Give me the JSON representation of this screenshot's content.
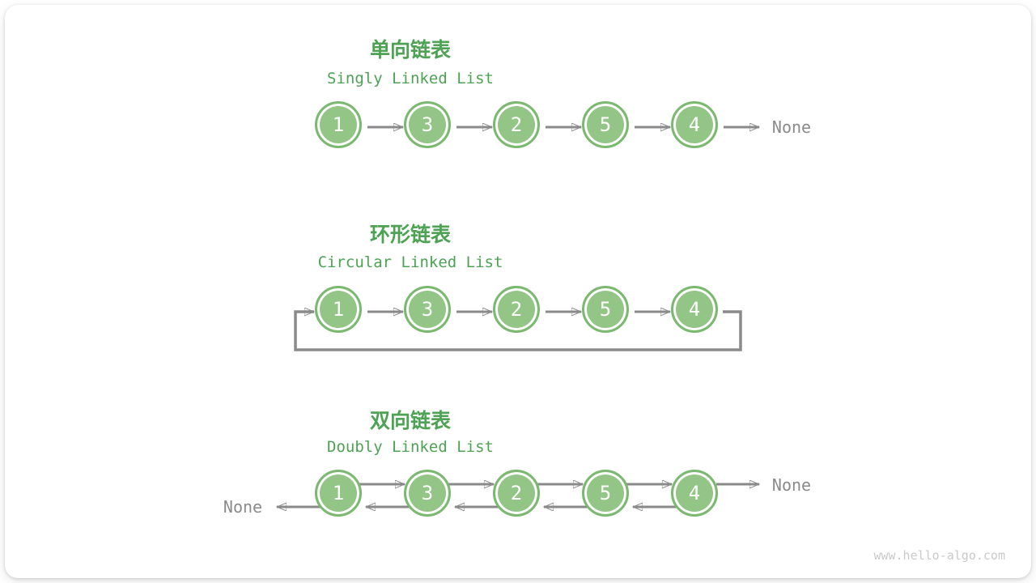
{
  "page": {
    "watermark": "www.hello-algo.com"
  },
  "colors": {
    "accent_green": "#4DA353",
    "node_fill": "#92C586",
    "node_border": "#7AB96F",
    "arrow_gray": "#8A8A8A",
    "none_gray": "#8A8A8A",
    "watermark_gray": "#C9C9C9"
  },
  "sections": [
    {
      "id": "singly",
      "title_zh": "单向链表",
      "title_en": "Singly Linked List",
      "nodes": [
        "1",
        "3",
        "2",
        "5",
        "4"
      ],
      "tail_label": "None"
    },
    {
      "id": "circular",
      "title_zh": "环形链表",
      "title_en": "Circular Linked List",
      "nodes": [
        "1",
        "3",
        "2",
        "5",
        "4"
      ]
    },
    {
      "id": "doubly",
      "title_zh": "双向链表",
      "title_en": "Doubly Linked List",
      "nodes": [
        "1",
        "3",
        "2",
        "5",
        "4"
      ],
      "head_label": "None",
      "tail_label": "None"
    }
  ]
}
